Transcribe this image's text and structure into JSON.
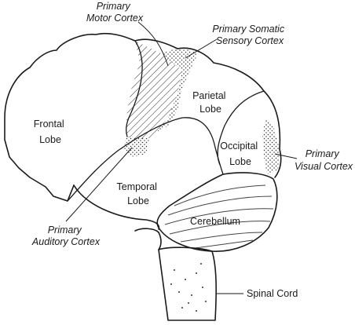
{
  "labels": {
    "frontal": [
      "Frontal",
      "Lobe"
    ],
    "parietal": [
      "Parietal",
      "Lobe"
    ],
    "occipital": [
      "Occipital",
      "Lobe"
    ],
    "temporal": [
      "Temporal",
      "Lobe"
    ],
    "cerebellum": "Cerebellum",
    "spinal_cord": "Spinal Cord",
    "primary_motor": [
      "Primary",
      "Motor Cortex"
    ],
    "primary_somatic": [
      "Primary Somatic",
      "Sensory Cortex"
    ],
    "primary_visual": [
      "Primary",
      "Visual Cortex"
    ],
    "primary_auditory": [
      "Primary",
      "Auditory Cortex"
    ]
  },
  "style": {
    "line_color": "#1a1a1a",
    "background": "#ffffff"
  }
}
